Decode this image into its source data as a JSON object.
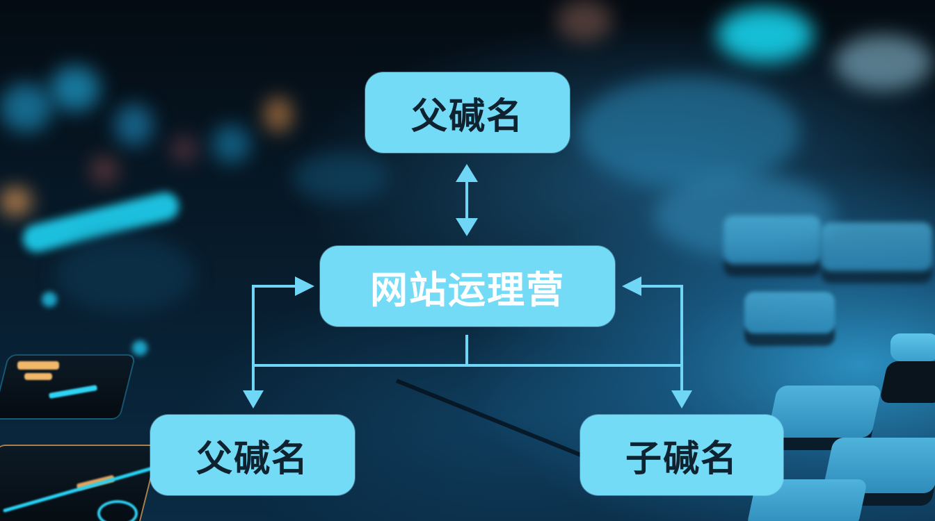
{
  "diagram": {
    "type": "hierarchy",
    "nodes": {
      "top": {
        "label": "父碱名"
      },
      "center": {
        "label": "网站运理营"
      },
      "bottom_left": {
        "label": "父碱名"
      },
      "bottom_right": {
        "label": "子碱名"
      }
    },
    "edges": [
      {
        "from": "top",
        "to": "center",
        "style": "double-arrow"
      },
      {
        "from": "center",
        "to": "bottom_left",
        "style": "bracket-arrow"
      },
      {
        "from": "center",
        "to": "bottom_right",
        "style": "bracket-arrow"
      },
      {
        "from": "bottom_left",
        "to": "center",
        "style": "arrow"
      },
      {
        "from": "bottom_right",
        "to": "center",
        "style": "arrow"
      }
    ]
  },
  "colors": {
    "node_fill": "#74dbf7",
    "node_text_dark": "#0f2230",
    "node_text_light": "#ffffff",
    "connector": "#6fd6f5",
    "background": "#06121c"
  },
  "background": {
    "description": "blurred close-up of backlit keyboard in dark blue tones",
    "icons": [
      "keyboard-background"
    ]
  }
}
